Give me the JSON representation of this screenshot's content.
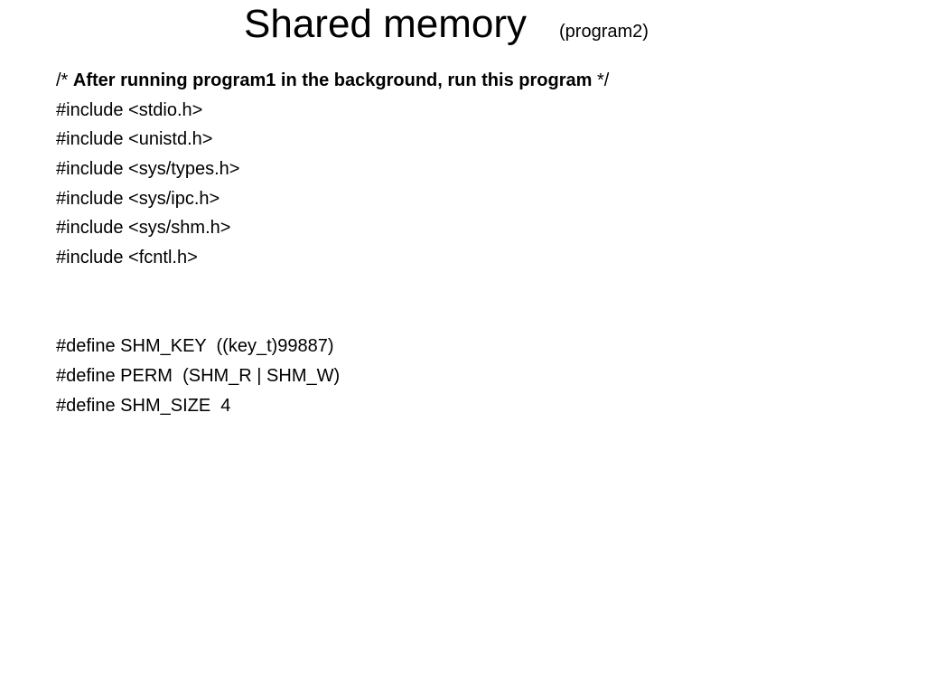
{
  "slide": {
    "title": "Shared memory",
    "subtitle": "(program2)",
    "comment": {
      "open": "/* ",
      "text": "After running program1 in the background, run this program",
      "close": " */"
    },
    "includes": [
      "#include <stdio.h>",
      "#include <unistd.h>",
      "#include <sys/types.h>",
      "#include <sys/ipc.h>",
      "#include <sys/shm.h>",
      "#include <fcntl.h>"
    ],
    "defines": [
      "#define SHM_KEY  ((key_t)99887)",
      "#define PERM  (SHM_R | SHM_W)",
      "#define SHM_SIZE  4"
    ]
  }
}
